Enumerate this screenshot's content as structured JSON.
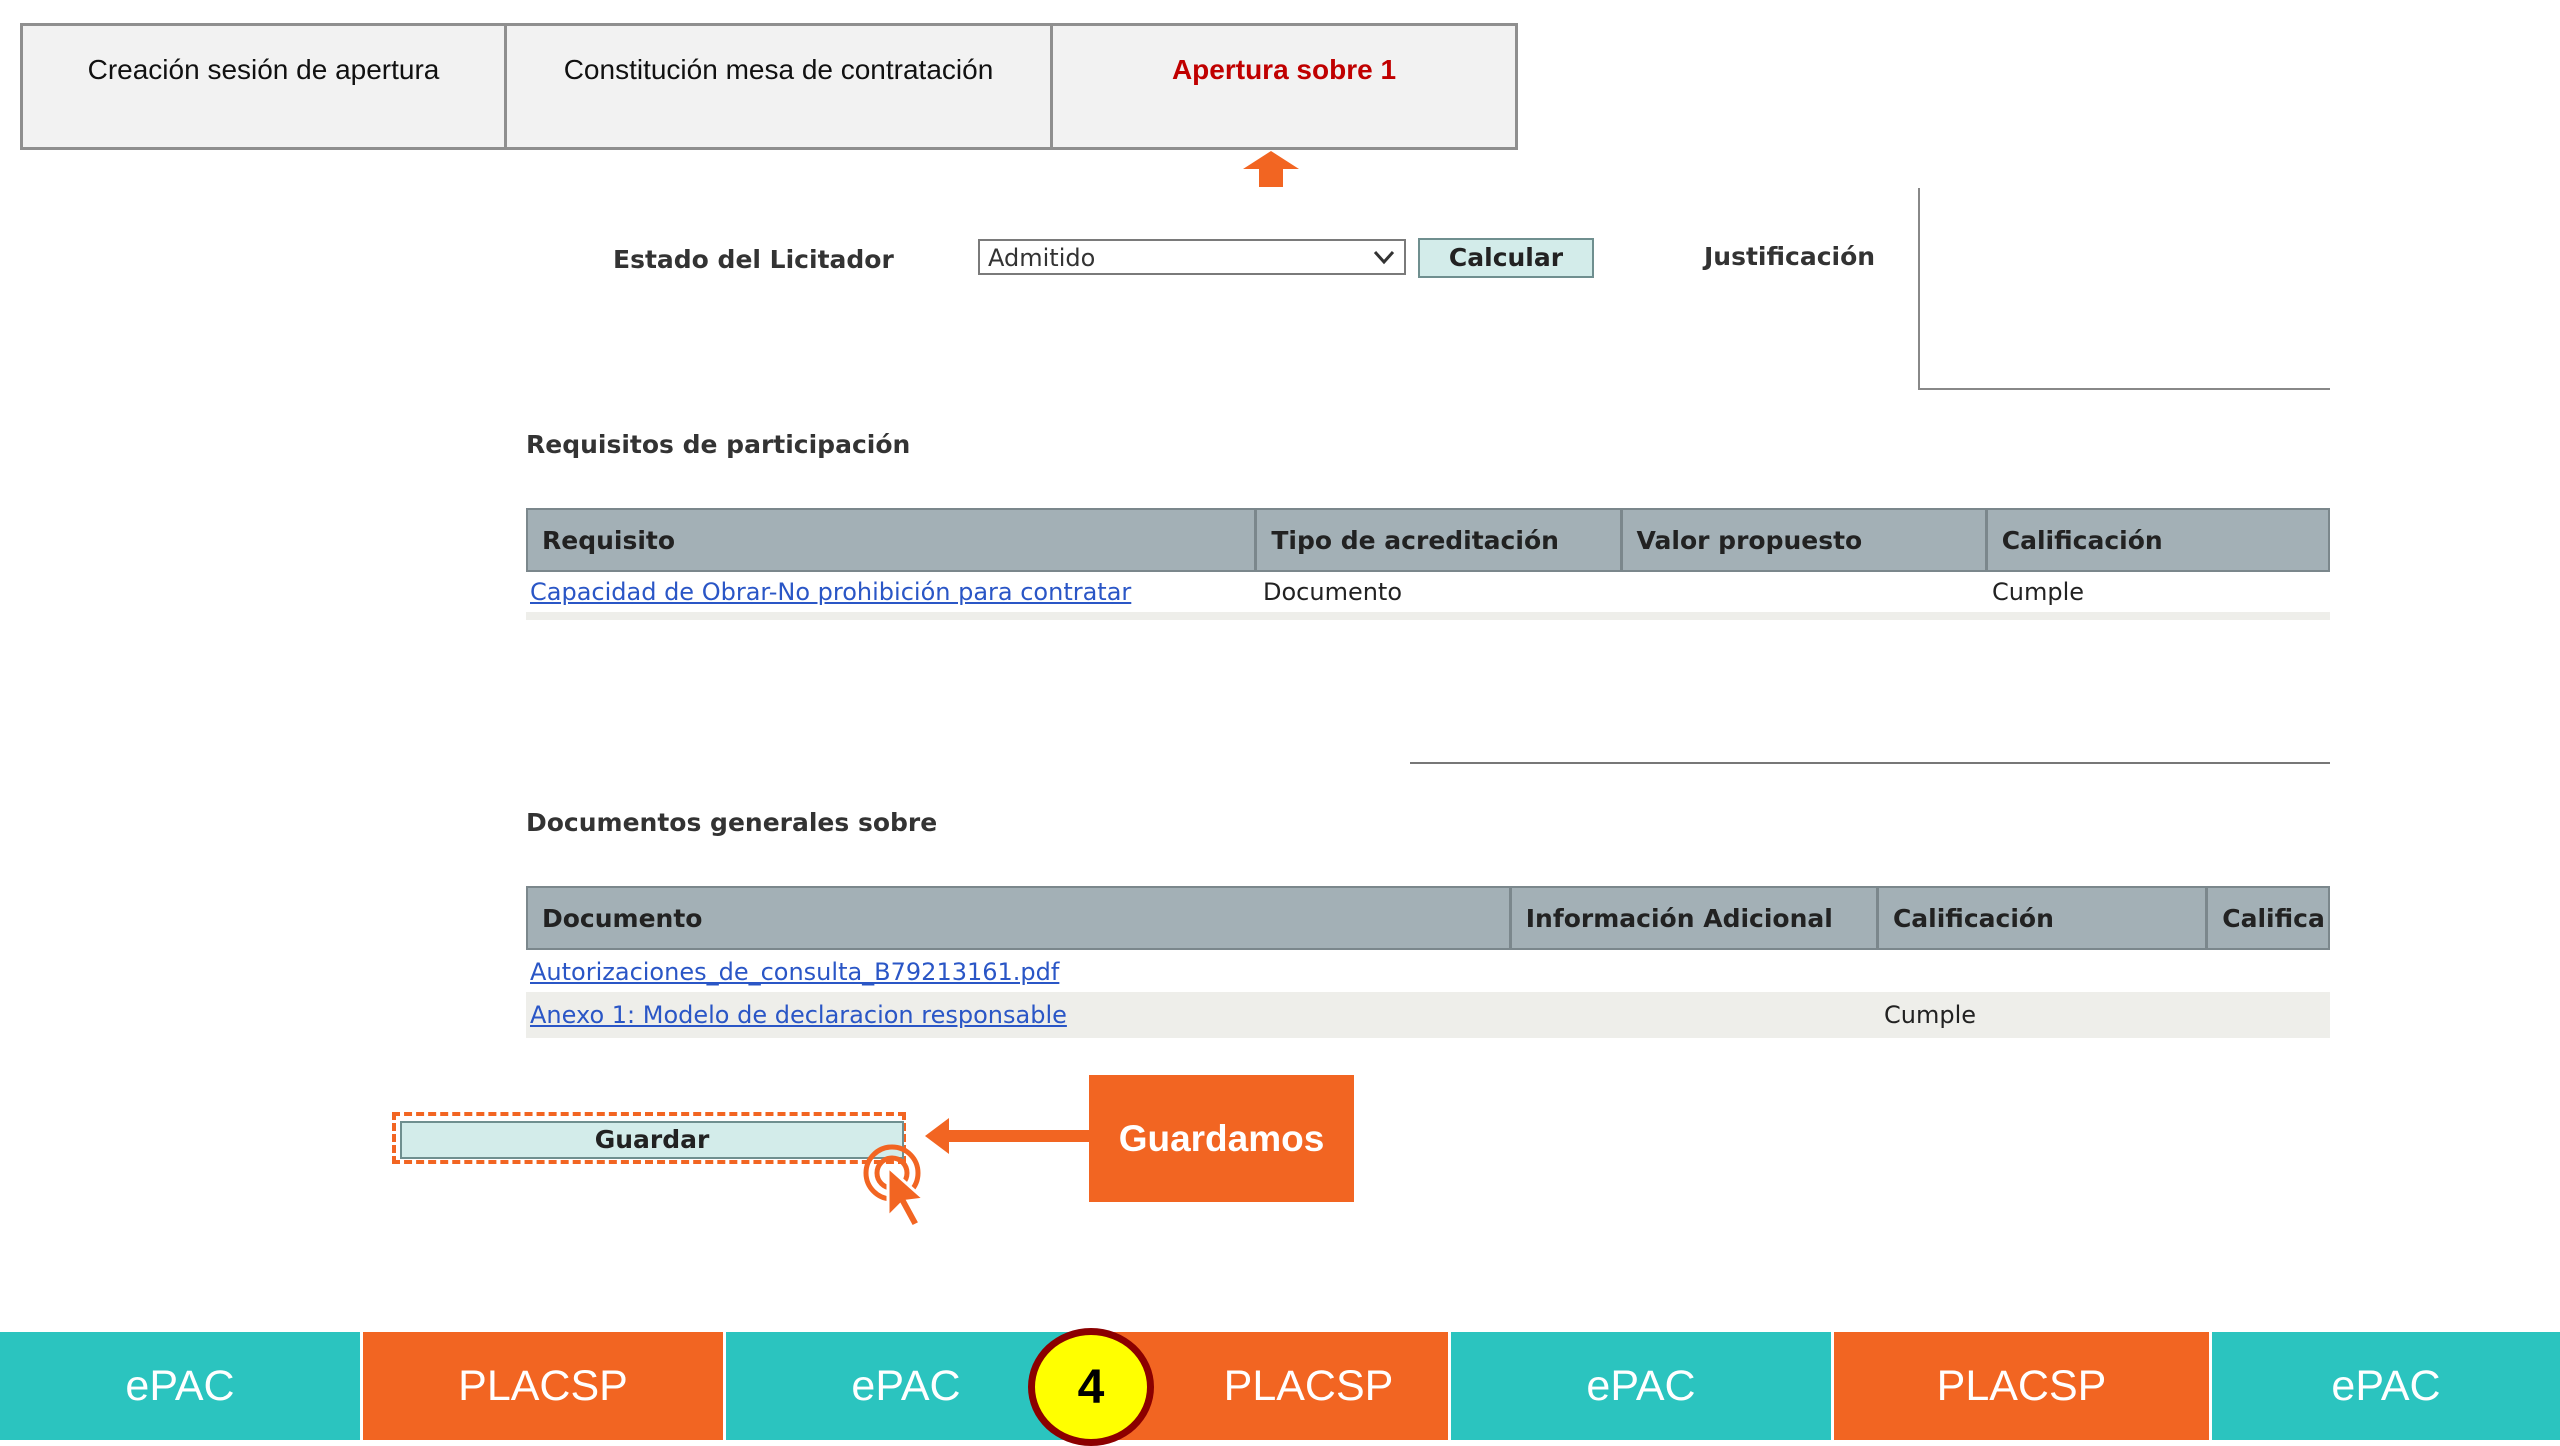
{
  "steps": [
    {
      "label": "Creación sesión de apertura"
    },
    {
      "label": "Constitución mesa de contratación"
    },
    {
      "label": "Apertura sobre 1"
    }
  ],
  "form": {
    "estado_label": "Estado del Licitador",
    "estado_value": "Admitido",
    "calcular_label": "Calcular",
    "justificacion_label": "Justificación"
  },
  "requisitos": {
    "title": "Requisitos de participación",
    "headers": [
      "Requisito",
      "Tipo de acreditación",
      "Valor propuesto",
      "Calificación"
    ],
    "rows": [
      {
        "requisito": "Capacidad de Obrar-No prohibición para contratar",
        "tipo": "Documento",
        "valor": "",
        "calificacion": "Cumple"
      }
    ]
  },
  "documentos": {
    "title": "Documentos generales sobre",
    "headers": [
      "Documento",
      "Información Adicional",
      "Calificación",
      "Califica"
    ],
    "rows": [
      {
        "documento": "Autorizaciones_de_consulta_B79213161.pdf",
        "info": "",
        "calificacion": ""
      },
      {
        "documento": "Anexo 1: Modelo de declaracion responsable",
        "info": "",
        "calificacion": "Cumple"
      }
    ]
  },
  "guardar_label": "Guardar",
  "callout_text": "Guardamos",
  "bottom_nav": [
    "ePAC",
    "PLACSP",
    "ePAC",
    "PLACSP",
    "ePAC",
    "PLACSP",
    "ePAC"
  ],
  "step_badge": "4",
  "colors": {
    "orange": "#f26522",
    "teal": "#2bc4bf",
    "active_tab": "#c00000",
    "badge_fill": "#ffff00",
    "badge_border": "#8b0000"
  }
}
